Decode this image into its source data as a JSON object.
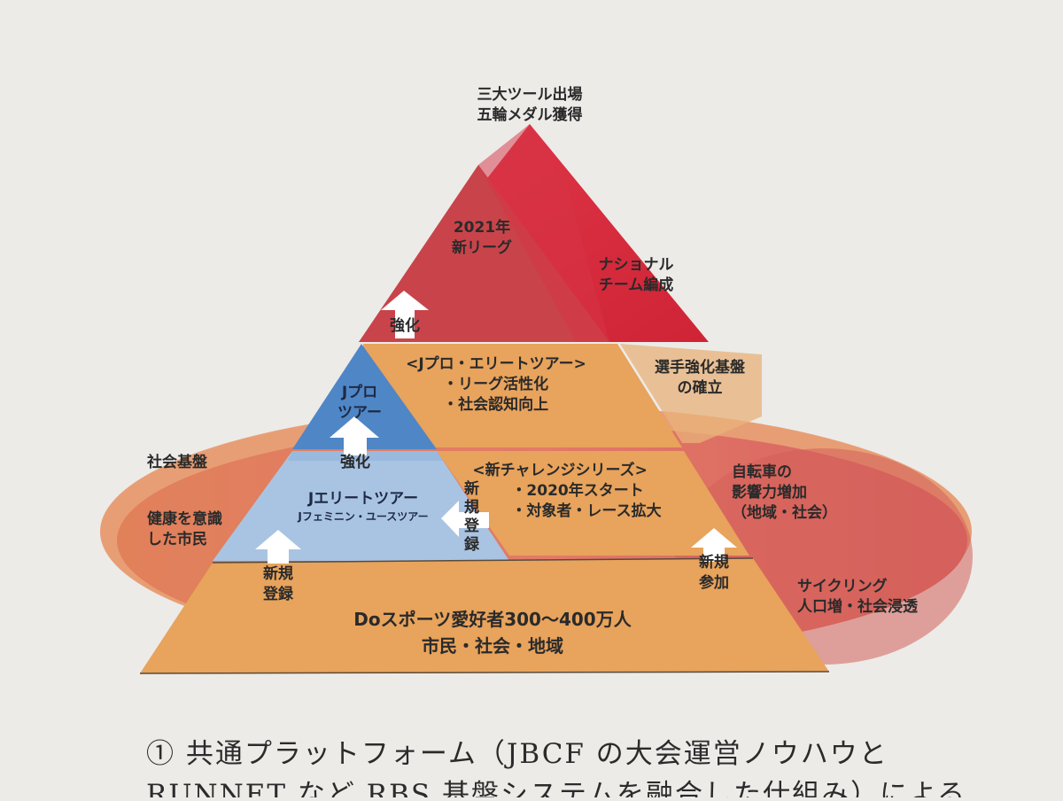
{
  "diagram": {
    "top": [
      "三大ツール出場",
      "五輪メダル獲得"
    ],
    "league": [
      "2021年",
      "新リーグ"
    ],
    "national": [
      "ナショナル",
      "チーム編成"
    ],
    "arrow_strengthen_top": "強化",
    "tier_pro_title": "<Jプロ・エリートツアー>",
    "tier_pro_points": [
      "・リーグ活性化",
      "・社会認知向上"
    ],
    "athlete_base": [
      "選手強化基盤",
      "の確立"
    ],
    "jpro": [
      "Jプロ",
      "ツアー"
    ],
    "arrow_strengthen_mid": "強化",
    "social_base": "社会基盤",
    "jelite_title": "Jエリートツアー",
    "jelite_sub": "Jフェミニン・ユースツアー",
    "new_reg_vertical": "新規登録",
    "challenge_title": "<新チャレンジシリーズ>",
    "challenge_points": [
      "・2020年スタート",
      "・対象者・レース拡大"
    ],
    "bike_influence": [
      "自転車の",
      "影響力増加",
      "（地域・社会）"
    ],
    "health_citizens": [
      "健康を意識",
      "した市民"
    ],
    "new_reg_left": [
      "新規",
      "登録"
    ],
    "new_join": [
      "新規",
      "参加"
    ],
    "cycling": [
      "サイクリング",
      "人口増・社会浸透"
    ],
    "base_title": "Doスポーツ愛好者300〜400万人",
    "base_sub": "市民・社会・地域"
  },
  "caption": {
    "line1": "① 共通プラットフォーム（JBCF の大会運営ノウハウと",
    "line2": "RUNNET など RBS 基盤システムを融合した仕組み）による"
  },
  "colors": {
    "background": "#ecebe8",
    "red_top": "#d42a3a",
    "red_mid": "#c9444a",
    "orange": "#e6a25a",
    "blue_dark": "#4f86c6",
    "blue_light": "#a9c4e2",
    "ellipse": "#d8675a"
  }
}
